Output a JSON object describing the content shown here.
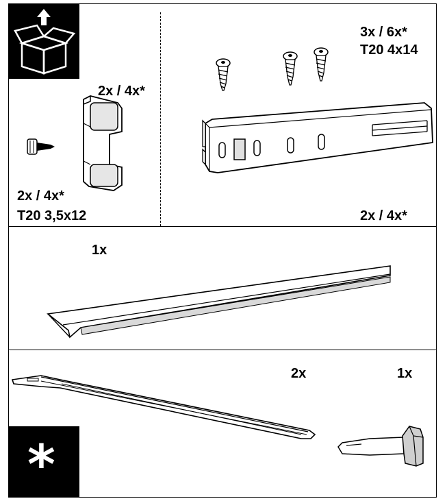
{
  "panel_top": {
    "bracket_qty": "2x / 4x*",
    "screw_small_qty": "2x / 4x*",
    "screw_small_spec": "T20 3,5x12",
    "screws_qty": "3x / 6x*",
    "screws_spec": "T20 4x14",
    "rail_qty": "2x / 4x*"
  },
  "panel_middle": {
    "strip_qty": "1x"
  },
  "panel_bottom": {
    "rail_qty": "2x",
    "clip_qty": "1x",
    "asterisk": "*"
  },
  "colors": {
    "line": "#000000",
    "part_fill": "#ffffff",
    "part_shade": "#d9d9d9"
  },
  "icons": [
    "unboxing-icon",
    "asterisk-icon"
  ]
}
